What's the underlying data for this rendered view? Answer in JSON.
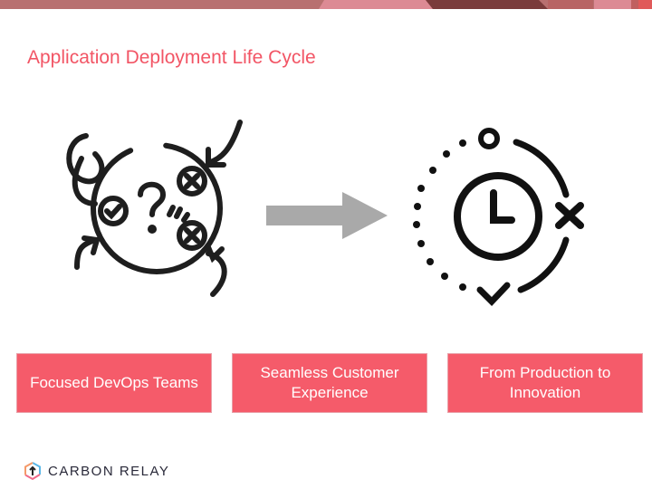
{
  "slide": {
    "title": "Application Deployment Life Cycle"
  },
  "boxes": [
    {
      "label": "Focused DevOps Teams"
    },
    {
      "label": "Seamless Customer Experience"
    },
    {
      "label": "From Production to Innovation"
    }
  ],
  "logo": {
    "text": "CARBON RELAY"
  },
  "colors": {
    "accent": "#f55b6a",
    "title": "#f25565",
    "arrow": "#a9a9a9"
  }
}
